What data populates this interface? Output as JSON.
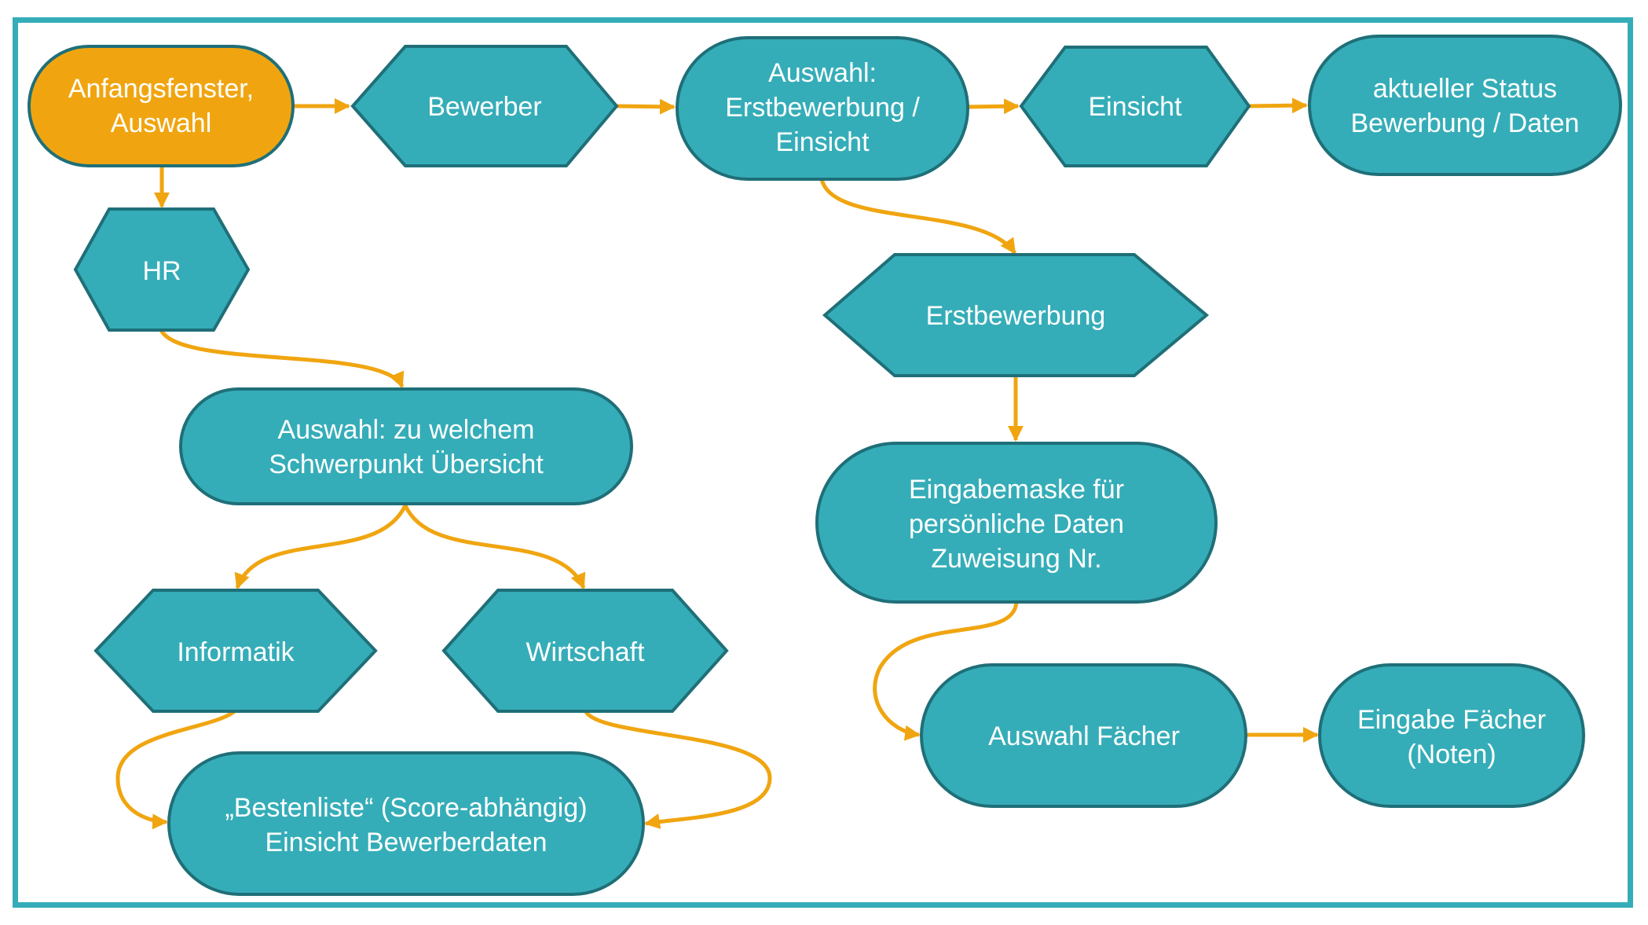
{
  "colors": {
    "frame": "#35adb8",
    "node_fill": "#35adb8",
    "node_stroke": "#1f6f78",
    "start_fill": "#f0a510",
    "edge": "#f0a510",
    "text": "#ffffff"
  },
  "nodes": {
    "start": {
      "shape": "rounded",
      "lines": [
        "Anfangsfenster,",
        "Auswahl"
      ]
    },
    "bewerber": {
      "shape": "hexagon",
      "lines": [
        "Bewerber"
      ]
    },
    "auswahl_erst": {
      "shape": "rounded",
      "lines": [
        "Auswahl:",
        "Erstbewerbung /",
        "Einsicht"
      ]
    },
    "einsicht": {
      "shape": "hexagon",
      "lines": [
        "Einsicht"
      ]
    },
    "status": {
      "shape": "rounded",
      "lines": [
        "aktueller Status",
        "Bewerbung / Daten"
      ]
    },
    "hr": {
      "shape": "hexagon",
      "lines": [
        "HR"
      ]
    },
    "erstbewerbung": {
      "shape": "hexagon",
      "lines": [
        "Erstbewerbung"
      ]
    },
    "schwerpunkt": {
      "shape": "rounded",
      "lines": [
        "Auswahl: zu welchem",
        "Schwerpunkt Übersicht"
      ]
    },
    "eingabemaske": {
      "shape": "rounded",
      "lines": [
        "Eingabemaske für",
        "persönliche Daten",
        "Zuweisung Nr."
      ]
    },
    "informatik": {
      "shape": "hexagon",
      "lines": [
        "Informatik"
      ]
    },
    "wirtschaft": {
      "shape": "hexagon",
      "lines": [
        "Wirtschaft"
      ]
    },
    "faecher": {
      "shape": "rounded",
      "lines": [
        "Auswahl Fächer"
      ]
    },
    "noten": {
      "shape": "rounded",
      "lines": [
        "Eingabe Fächer",
        "(Noten)"
      ]
    },
    "bestenliste": {
      "shape": "rounded",
      "lines": [
        "„Bestenliste“ (Score-abhängig)",
        "Einsicht Bewerberdaten"
      ]
    }
  },
  "edges": [
    [
      "start",
      "bewerber"
    ],
    [
      "bewerber",
      "auswahl_erst"
    ],
    [
      "auswahl_erst",
      "einsicht"
    ],
    [
      "einsicht",
      "status"
    ],
    [
      "start",
      "hr"
    ],
    [
      "auswahl_erst",
      "erstbewerbung"
    ],
    [
      "hr",
      "schwerpunkt"
    ],
    [
      "erstbewerbung",
      "eingabemaske"
    ],
    [
      "schwerpunkt",
      "informatik"
    ],
    [
      "schwerpunkt",
      "wirtschaft"
    ],
    [
      "eingabemaske",
      "faecher"
    ],
    [
      "faecher",
      "noten"
    ],
    [
      "informatik",
      "bestenliste"
    ],
    [
      "wirtschaft",
      "bestenliste"
    ]
  ]
}
